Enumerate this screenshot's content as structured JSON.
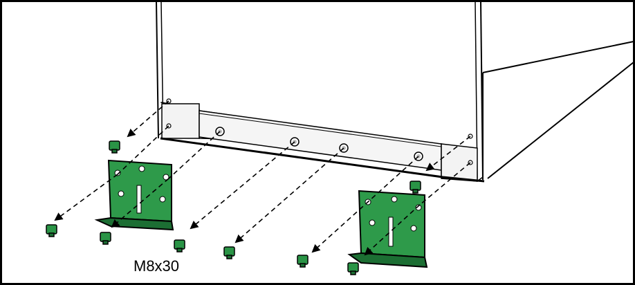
{
  "diagram": {
    "screw_label": "M8x30",
    "colors": {
      "bracket_fill": "#2e9a4a",
      "bracket_dark": "#1c6e33",
      "screw_fill": "#2a9446",
      "outline": "#000000",
      "panel_shade": "#e6e6e6",
      "background": "#ffffff"
    },
    "parts": {
      "brackets": 2,
      "screws": 8
    }
  }
}
